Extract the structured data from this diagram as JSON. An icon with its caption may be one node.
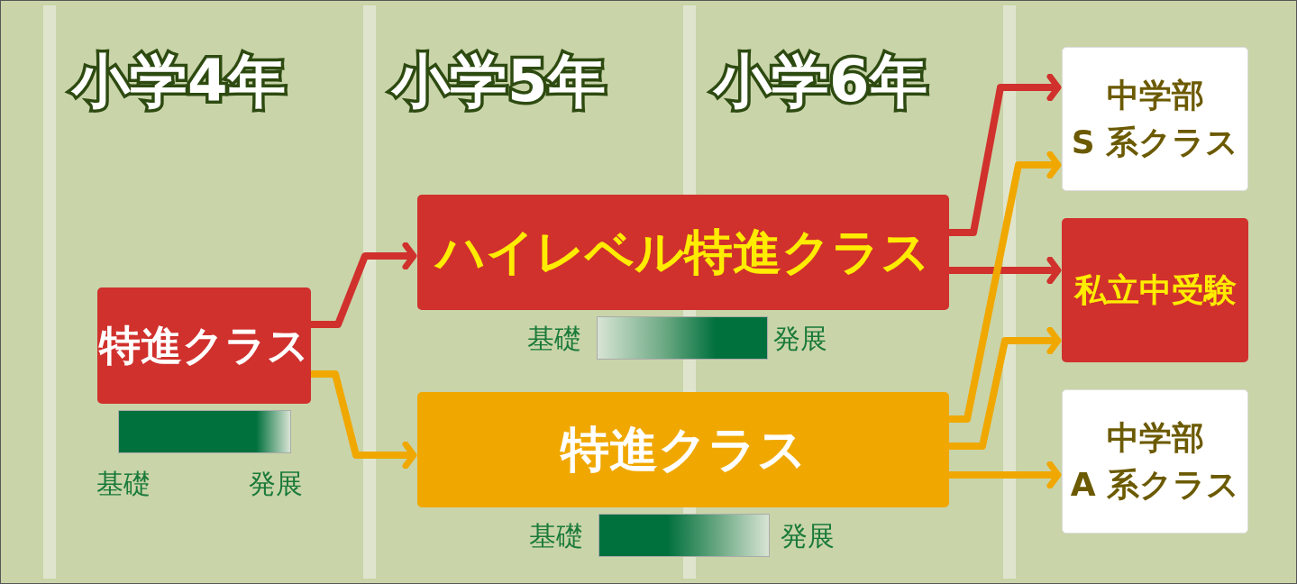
{
  "diagram": {
    "nodes": [
      {
        "text": [
          "特進クラス"
        ]
      },
      {
        "text": [
          "ハイレベル特進クラス"
        ]
      },
      {
        "text": [
          "特進クラス"
        ]
      },
      {
        "text": [
          "中学部",
          "S 系クラス"
        ]
      },
      {
        "text": [
          "私立中受験"
        ]
      },
      {
        "text": [
          "中学部",
          "A 系クラス"
        ]
      }
    ],
    "edges": [
      {
        "from": 0,
        "to": 1,
        "arrow": "to",
        "color": "#d0312d"
      },
      {
        "from": 0,
        "to": 2,
        "arrow": "to"
      },
      {
        "from": 1,
        "to": 3,
        "arrow": "to",
        "color": "#d0312d"
      },
      {
        "from": 1,
        "to": 4,
        "arrow": "to",
        "color": "#d0312d"
      },
      {
        "from": 2,
        "to": 3,
        "arrow": "to"
      },
      {
        "from": 2,
        "to": 4,
        "arrow": "to"
      },
      {
        "from": 2,
        "to": 5,
        "arrow": "to"
      }
    ],
    "labels": [
      "小学4年",
      "小学5年",
      "小学6年",
      "基礎",
      "発展",
      "基礎",
      "発展",
      "基礎",
      "発展"
    ]
  }
}
